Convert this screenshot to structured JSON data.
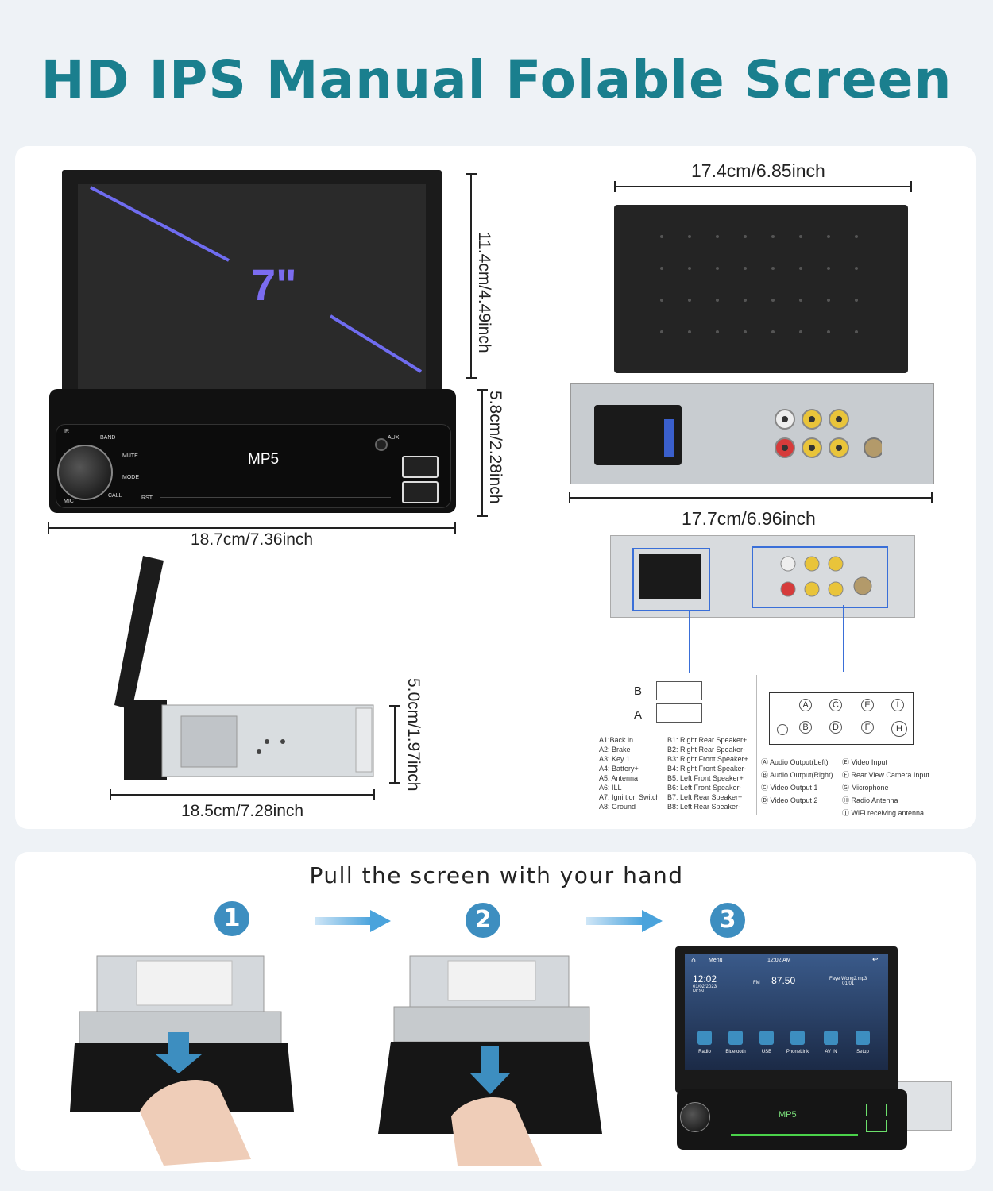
{
  "title": "HD IPS Manual Folable Screen",
  "front_view": {
    "screen_size": "7\"",
    "brand_label": "MP5",
    "button_labels": [
      "BAND",
      "MUTE",
      "MODE",
      "CALL",
      "MIC",
      "IR",
      "RST",
      "AUX"
    ],
    "height_screen": "11.4cm/4.49inch",
    "height_body": "5.8cm/2.28inch",
    "width": "18.7cm/7.36inch"
  },
  "rear_view": {
    "width_top": "17.4cm/6.85inch",
    "width_bottom": "17.7cm/6.96inch"
  },
  "side_view": {
    "height": "5.0cm/1.97inch",
    "width": "18.5cm/7.28inch"
  },
  "connector": {
    "row_b_label": "B",
    "row_a_label": "A",
    "a_pins": [
      "A1:Back   in",
      "A2: Brake",
      "A3: Key 1",
      "A4: Battery+",
      "A5: Antenna",
      "A6: ILL",
      "A7:  Igni tion Switch",
      "A8: Ground"
    ],
    "b_pins": [
      "B1: Right Rear Speaker+",
      "B2: Right Rear Speaker-",
      "B3: Right Front Speaker+",
      "B4: Right Front Speaker-",
      "B5: Left Front Speaker+",
      "B6: Left Front Speaker-",
      "B7: Left Rear Speaker+",
      "B8: Left Rear Speaker-"
    ]
  },
  "av_ports": {
    "top_letters": [
      "A",
      "C",
      "E",
      "I"
    ],
    "bottom_letters": [
      "B",
      "D",
      "F",
      "H"
    ],
    "legend_left": [
      "Ⓐ Audio Output(Left)",
      "Ⓑ Audio Output(Right)",
      "Ⓒ Video Output 1",
      "Ⓓ Video Output 2"
    ],
    "legend_right": [
      "Ⓔ Video Input",
      "Ⓕ Rear View Camera Input",
      "Ⓖ Microphone",
      "Ⓗ Radio Antenna",
      "Ⓘ WiFi receiving antenna"
    ]
  },
  "steps": {
    "heading": "Pull the screen with your hand",
    "numbers": [
      "1",
      "2",
      "3"
    ]
  },
  "device_ui": {
    "menu": "Menu",
    "clock_top": "12:02  AM",
    "time": "12:02",
    "date": "01/02/2023",
    "day": "MON",
    "freq_label": "FM",
    "frequency": "87.50",
    "song": "Faye Wong2.mp3",
    "track": "01/01",
    "apps": [
      "Radio",
      "Bluetooth",
      "USB",
      "PhoneLink",
      "AV IN",
      "Setup"
    ],
    "brand": "MP5"
  },
  "colors": {
    "title": "#1a7f8e",
    "step_circle": "#3d8ec0",
    "diagonal": "#6f6cf0",
    "highlight": "#3a6fd8"
  }
}
